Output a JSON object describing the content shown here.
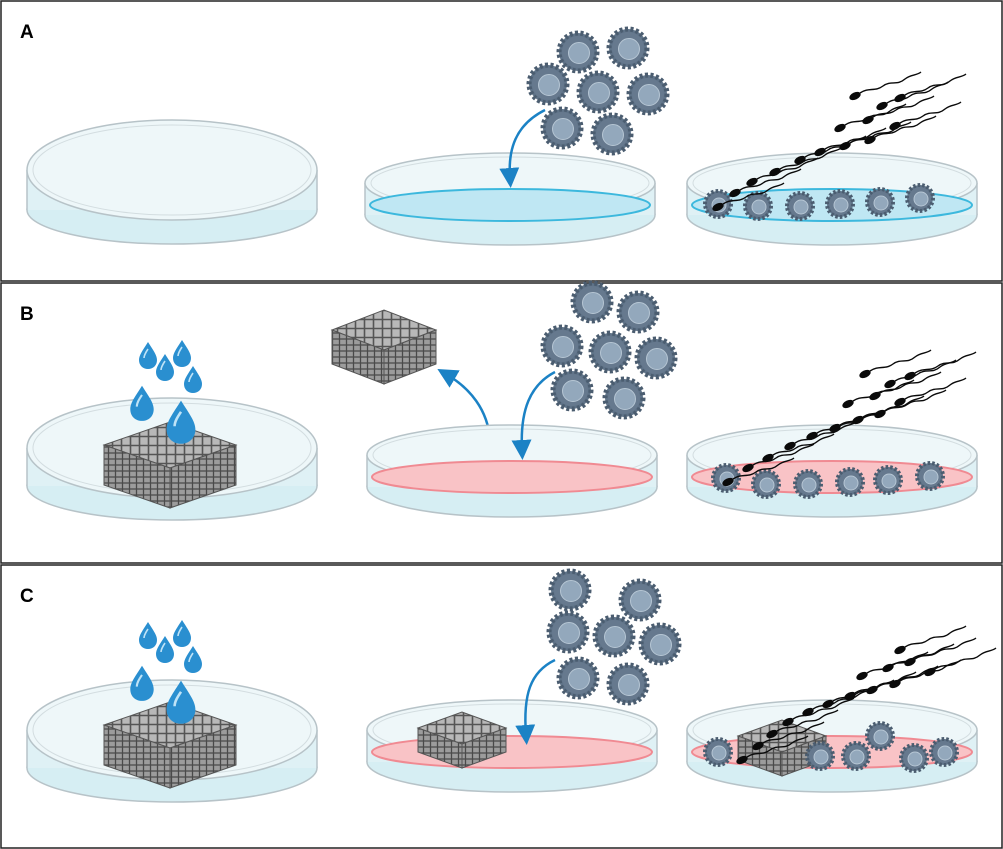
{
  "panels": [
    {
      "label": "A"
    },
    {
      "label": "B"
    },
    {
      "label": "C"
    }
  ],
  "colors": {
    "border": "#222222",
    "dish_rim": "#bfc7cb",
    "dish_fill": "#dff1f5",
    "medium_blue": "#3cb8dd",
    "medium_pink": "#f08a92",
    "cell": "#5f7388",
    "cell_nucleus": "#93a8bc",
    "arrow": "#1b82c5",
    "drop": "#2a8fd0",
    "scaffold": "#8e8e8e",
    "sperm": "#0a0a0a"
  },
  "icons": [
    "petri-dish-icon",
    "cell-icon",
    "sperm-icon",
    "scaffold-icon",
    "water-drop-icon",
    "arrow-icon"
  ]
}
